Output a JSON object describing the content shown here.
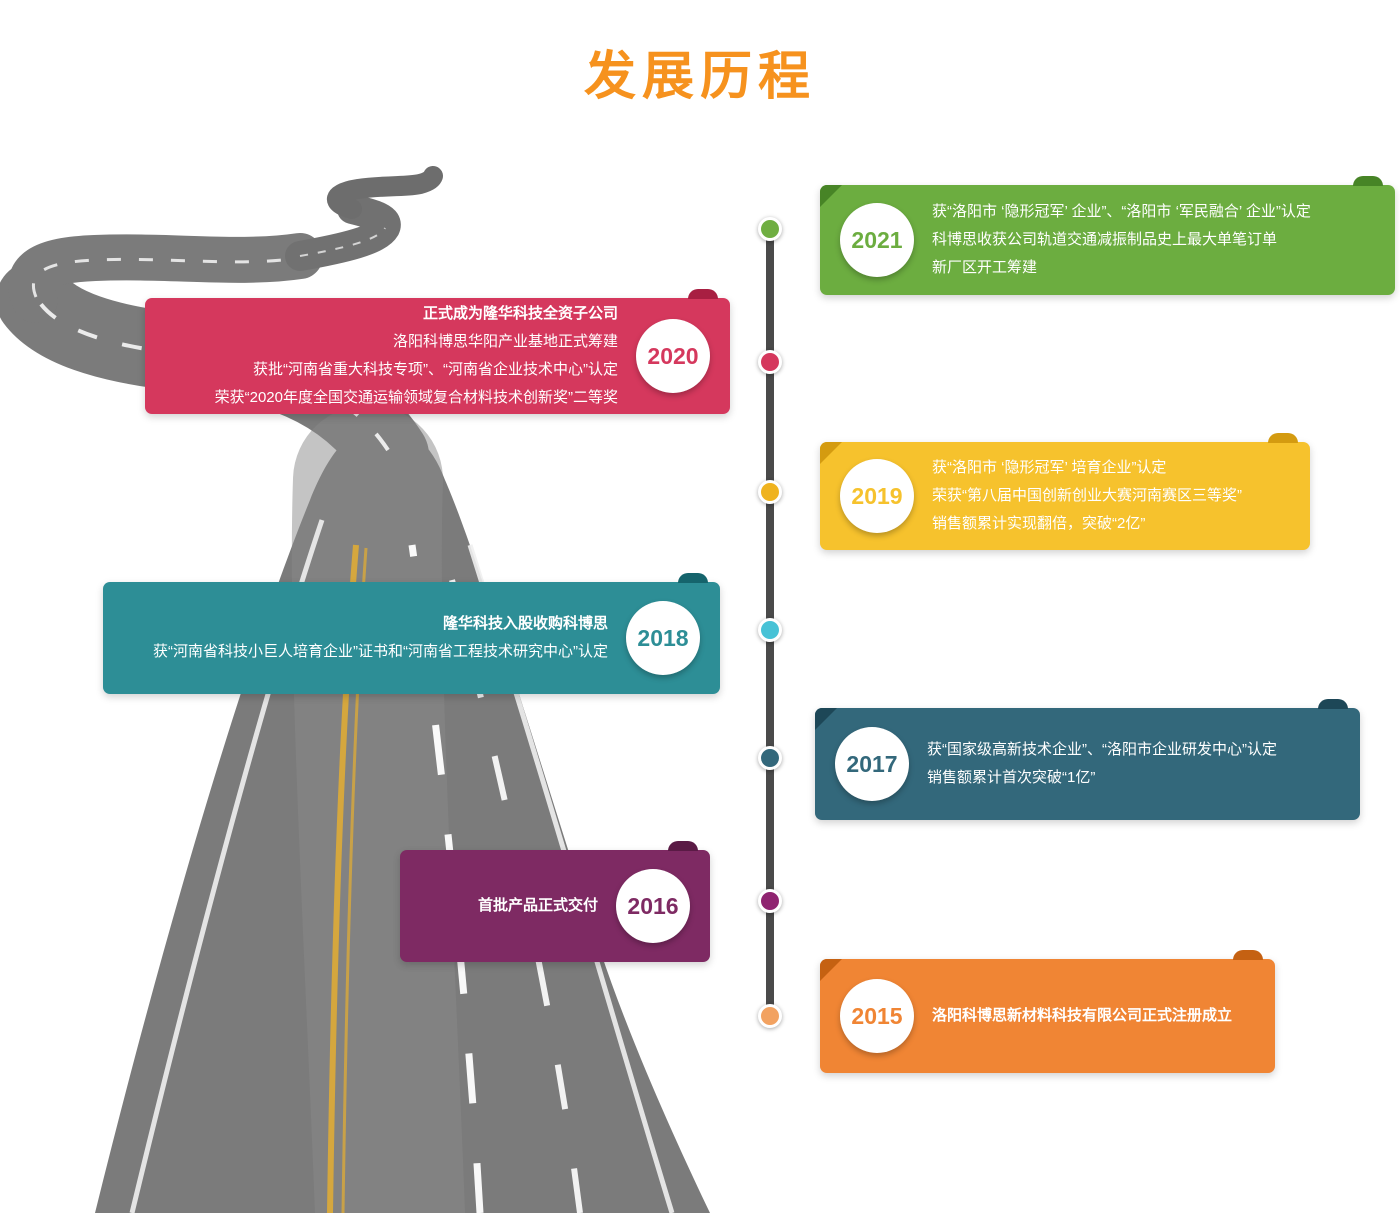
{
  "title": "发展历程",
  "title_color": "#F6921E",
  "timeline_line_color": "#4A4A4A",
  "items": [
    {
      "year": "2021",
      "side": "right",
      "bg": "#6CAD40",
      "dark": "#478426",
      "dot": "#6FAE41",
      "lines": [
        "获“洛阳市 ‘隐形冠军’ 企业”、“洛阳市 ‘军民融合’ 企业”认定",
        "科博思收获公司轨道交通减振制品史上最大单笔订单",
        "新厂区开工筹建"
      ]
    },
    {
      "year": "2020",
      "side": "left",
      "bg": "#D5385D",
      "dark": "#A81F42",
      "dot": "#D5385D",
      "lines": [
        "正式成为隆华科技全资子公司",
        "洛阳科博思华阳产业基地正式筹建",
        "获批“河南省重大科技专项”、“河南省企业技术中心”认定",
        "荣获“2020年度全国交通运输领域复合材料技术创新奖”二等奖"
      ]
    },
    {
      "year": "2019",
      "side": "right",
      "bg": "#F6C22D",
      "dark": "#D49B10",
      "dot": "#EFB31F",
      "lines": [
        "获“洛阳市 ‘隐形冠军’ 培育企业”认定",
        "荣获“第八届中国创新创业大赛河南赛区三等奖”",
        "销售额累计实现翻倍，突破“2亿”"
      ]
    },
    {
      "year": "2018",
      "side": "left",
      "bg": "#2D8E96",
      "dark": "#15646C",
      "dot": "#47C2D6",
      "lines": [
        "隆华科技入股收购科博思",
        "获“河南省科技小巨人培育企业”证书和“河南省工程技术研究中心”认定"
      ]
    },
    {
      "year": "2017",
      "side": "right",
      "bg": "#33687B",
      "dark": "#1D4757",
      "dot": "#33687B",
      "lines": [
        "获“国家级高新技术企业”、“洛阳市企业研发中心”认定",
        "销售额累计首次突破“1亿”"
      ]
    },
    {
      "year": "2016",
      "side": "left",
      "bg": "#7E2A63",
      "dark": "#5A1A45",
      "dot": "#8F2370",
      "lines": [
        "首批产品正式交付"
      ]
    },
    {
      "year": "2015",
      "side": "right",
      "bg": "#F08534",
      "dark": "#C56112",
      "dot": "#F2A261",
      "lines": [
        "洛阳科博思新材料科技有限公司正式注册成立"
      ]
    }
  ]
}
